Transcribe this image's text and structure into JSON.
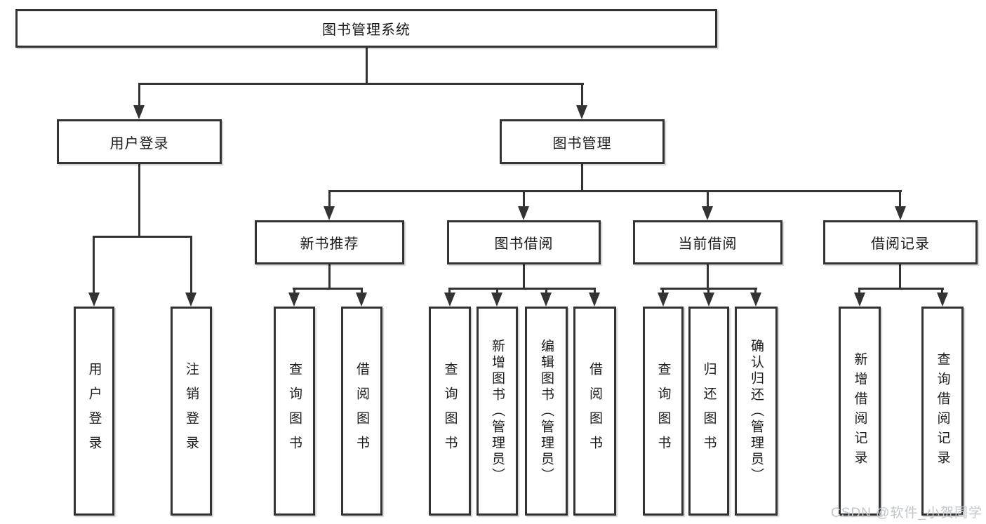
{
  "diagram": {
    "root_label": "图书管理系统",
    "level2": {
      "user_login": "用户登录",
      "book_management": "图书管理"
    },
    "level3": {
      "new_book_recommendation": "新书推荐",
      "book_borrowing": "图书借阅",
      "current_borrowing": "当前借阅",
      "borrowing_records": "借阅记录"
    },
    "leaves": {
      "user_login": [
        "用户登录",
        "注销登录"
      ],
      "new_book_recommendation": [
        "查询图书",
        "借阅图书"
      ],
      "book_borrowing": [
        "查询图书",
        "新增图书（管理员）",
        "编辑图书（管理员）",
        "借阅图书"
      ],
      "current_borrowing": [
        "查询图书",
        "归还图书",
        "确认归还（管理员）"
      ],
      "borrowing_records": [
        "新增借阅记录",
        "查询借阅记录"
      ]
    },
    "colors": {
      "line": "#333333",
      "text": "#1a1a1a",
      "background": "#ffffff",
      "watermark": "#c2c6ca"
    },
    "watermark_text": "CSDN @软件_小贺同学"
  }
}
